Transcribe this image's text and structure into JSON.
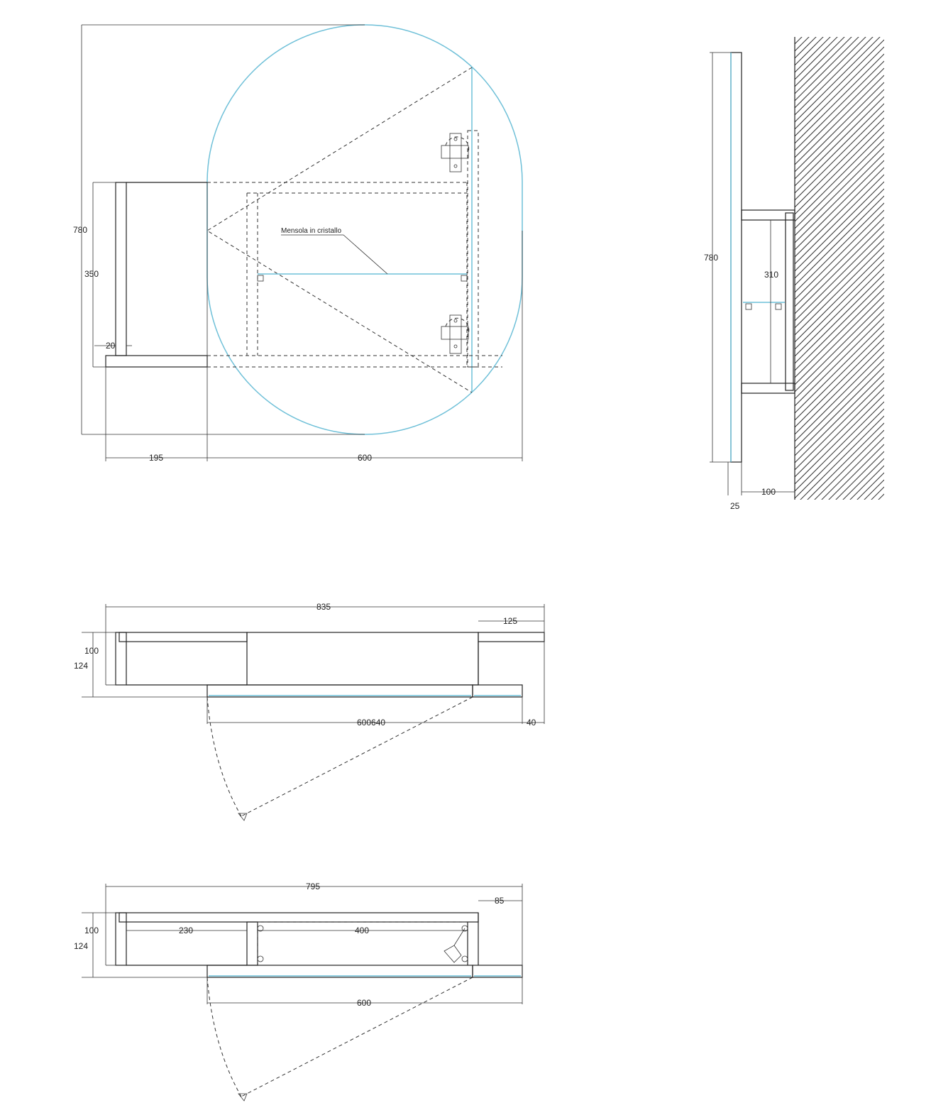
{
  "colors": {
    "line": "#222222",
    "mirror_outline": "#6fc0d8",
    "background": "#ffffff"
  },
  "front_view": {
    "shelf_label": "Mensola in cristallo",
    "dim_height": "780",
    "dim_shelf_height": "350",
    "dim_side_thickness": "20",
    "dim_side_width": "195",
    "dim_mirror_width": "600"
  },
  "side_view": {
    "dim_height": "780",
    "dim_inner_height": "310",
    "dim_mirror_thickness": "25",
    "dim_wall_offset": "100"
  },
  "top_view_1": {
    "dim_total_width": "835",
    "dim_right_offset": "125",
    "dim_depth_inner": "100",
    "dim_depth_total": "124",
    "dim_bottom_overlap": "600640",
    "dim_bottom_right": "40"
  },
  "top_view_2": {
    "dim_total_width": "795",
    "dim_right_offset": "85",
    "dim_depth_inner": "100",
    "dim_depth_total": "124",
    "dim_left_compartment": "230",
    "dim_right_compartment": "400",
    "dim_mirror_width": "600"
  }
}
